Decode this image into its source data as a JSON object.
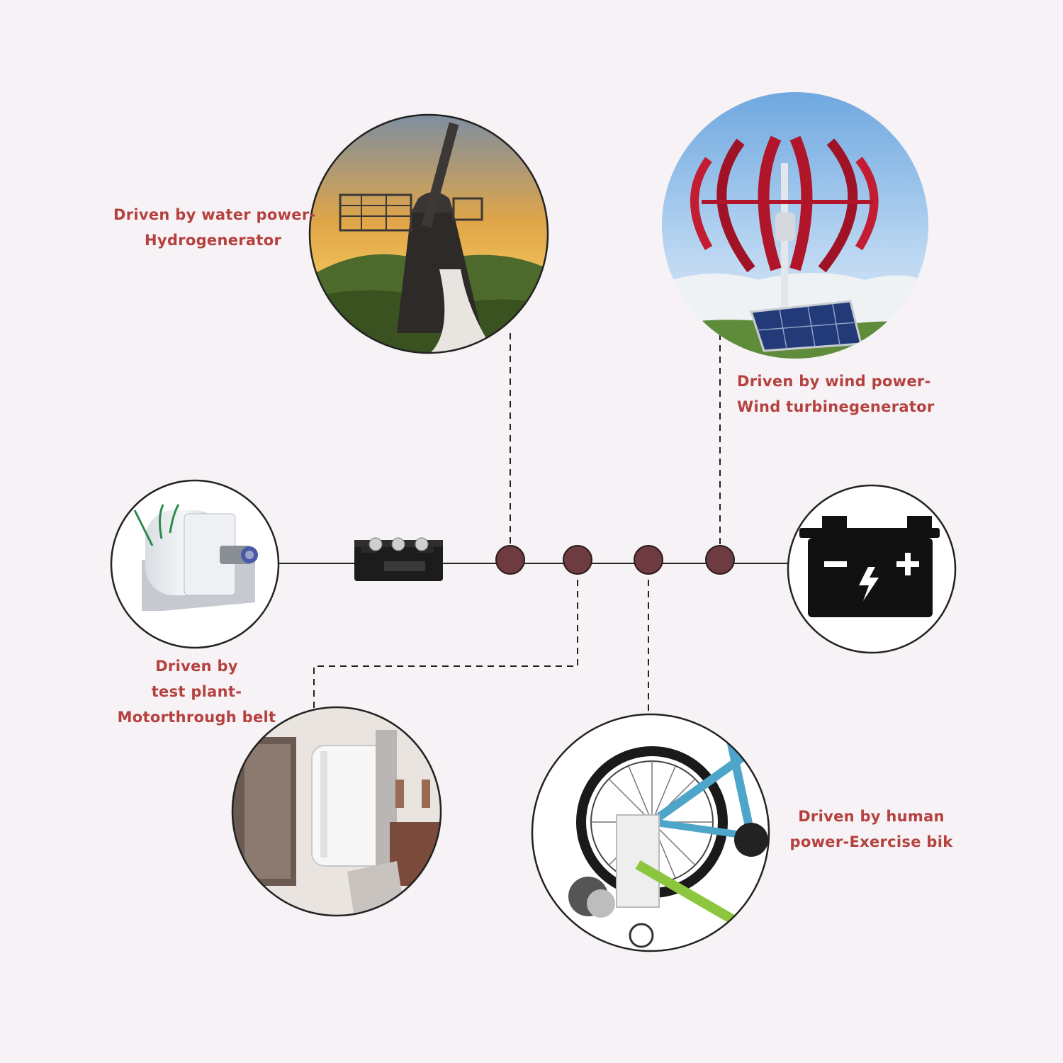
{
  "colors": {
    "background": "#f7f2f5",
    "label_text": "#b5413f",
    "node_fill": "#6e3c40",
    "line": "#222222",
    "battery": "#111111",
    "turbine_red": "#b0152a"
  },
  "labels": {
    "water": {
      "line1": "Driven by water power-",
      "line2": "Hydrogenerator"
    },
    "wind": {
      "line1": "Driven by wind power-",
      "line2": "Wind turbinegenerator"
    },
    "test": {
      "line1": "Driven by",
      "line2": "test plant-",
      "line3": "Motorthrough belt"
    },
    "human": {
      "line1": "Driven by human",
      "line2": "power-Exercise bik"
    }
  },
  "icons": {
    "generator": "generator-icon",
    "rectifier": "rectifier-icon",
    "battery": "battery-icon",
    "windmill": "windmill-photo",
    "wind_turbine": "wind-turbine-photo",
    "test_plant": "test-plant-photo",
    "exercise_bike": "exercise-bike-photo"
  }
}
